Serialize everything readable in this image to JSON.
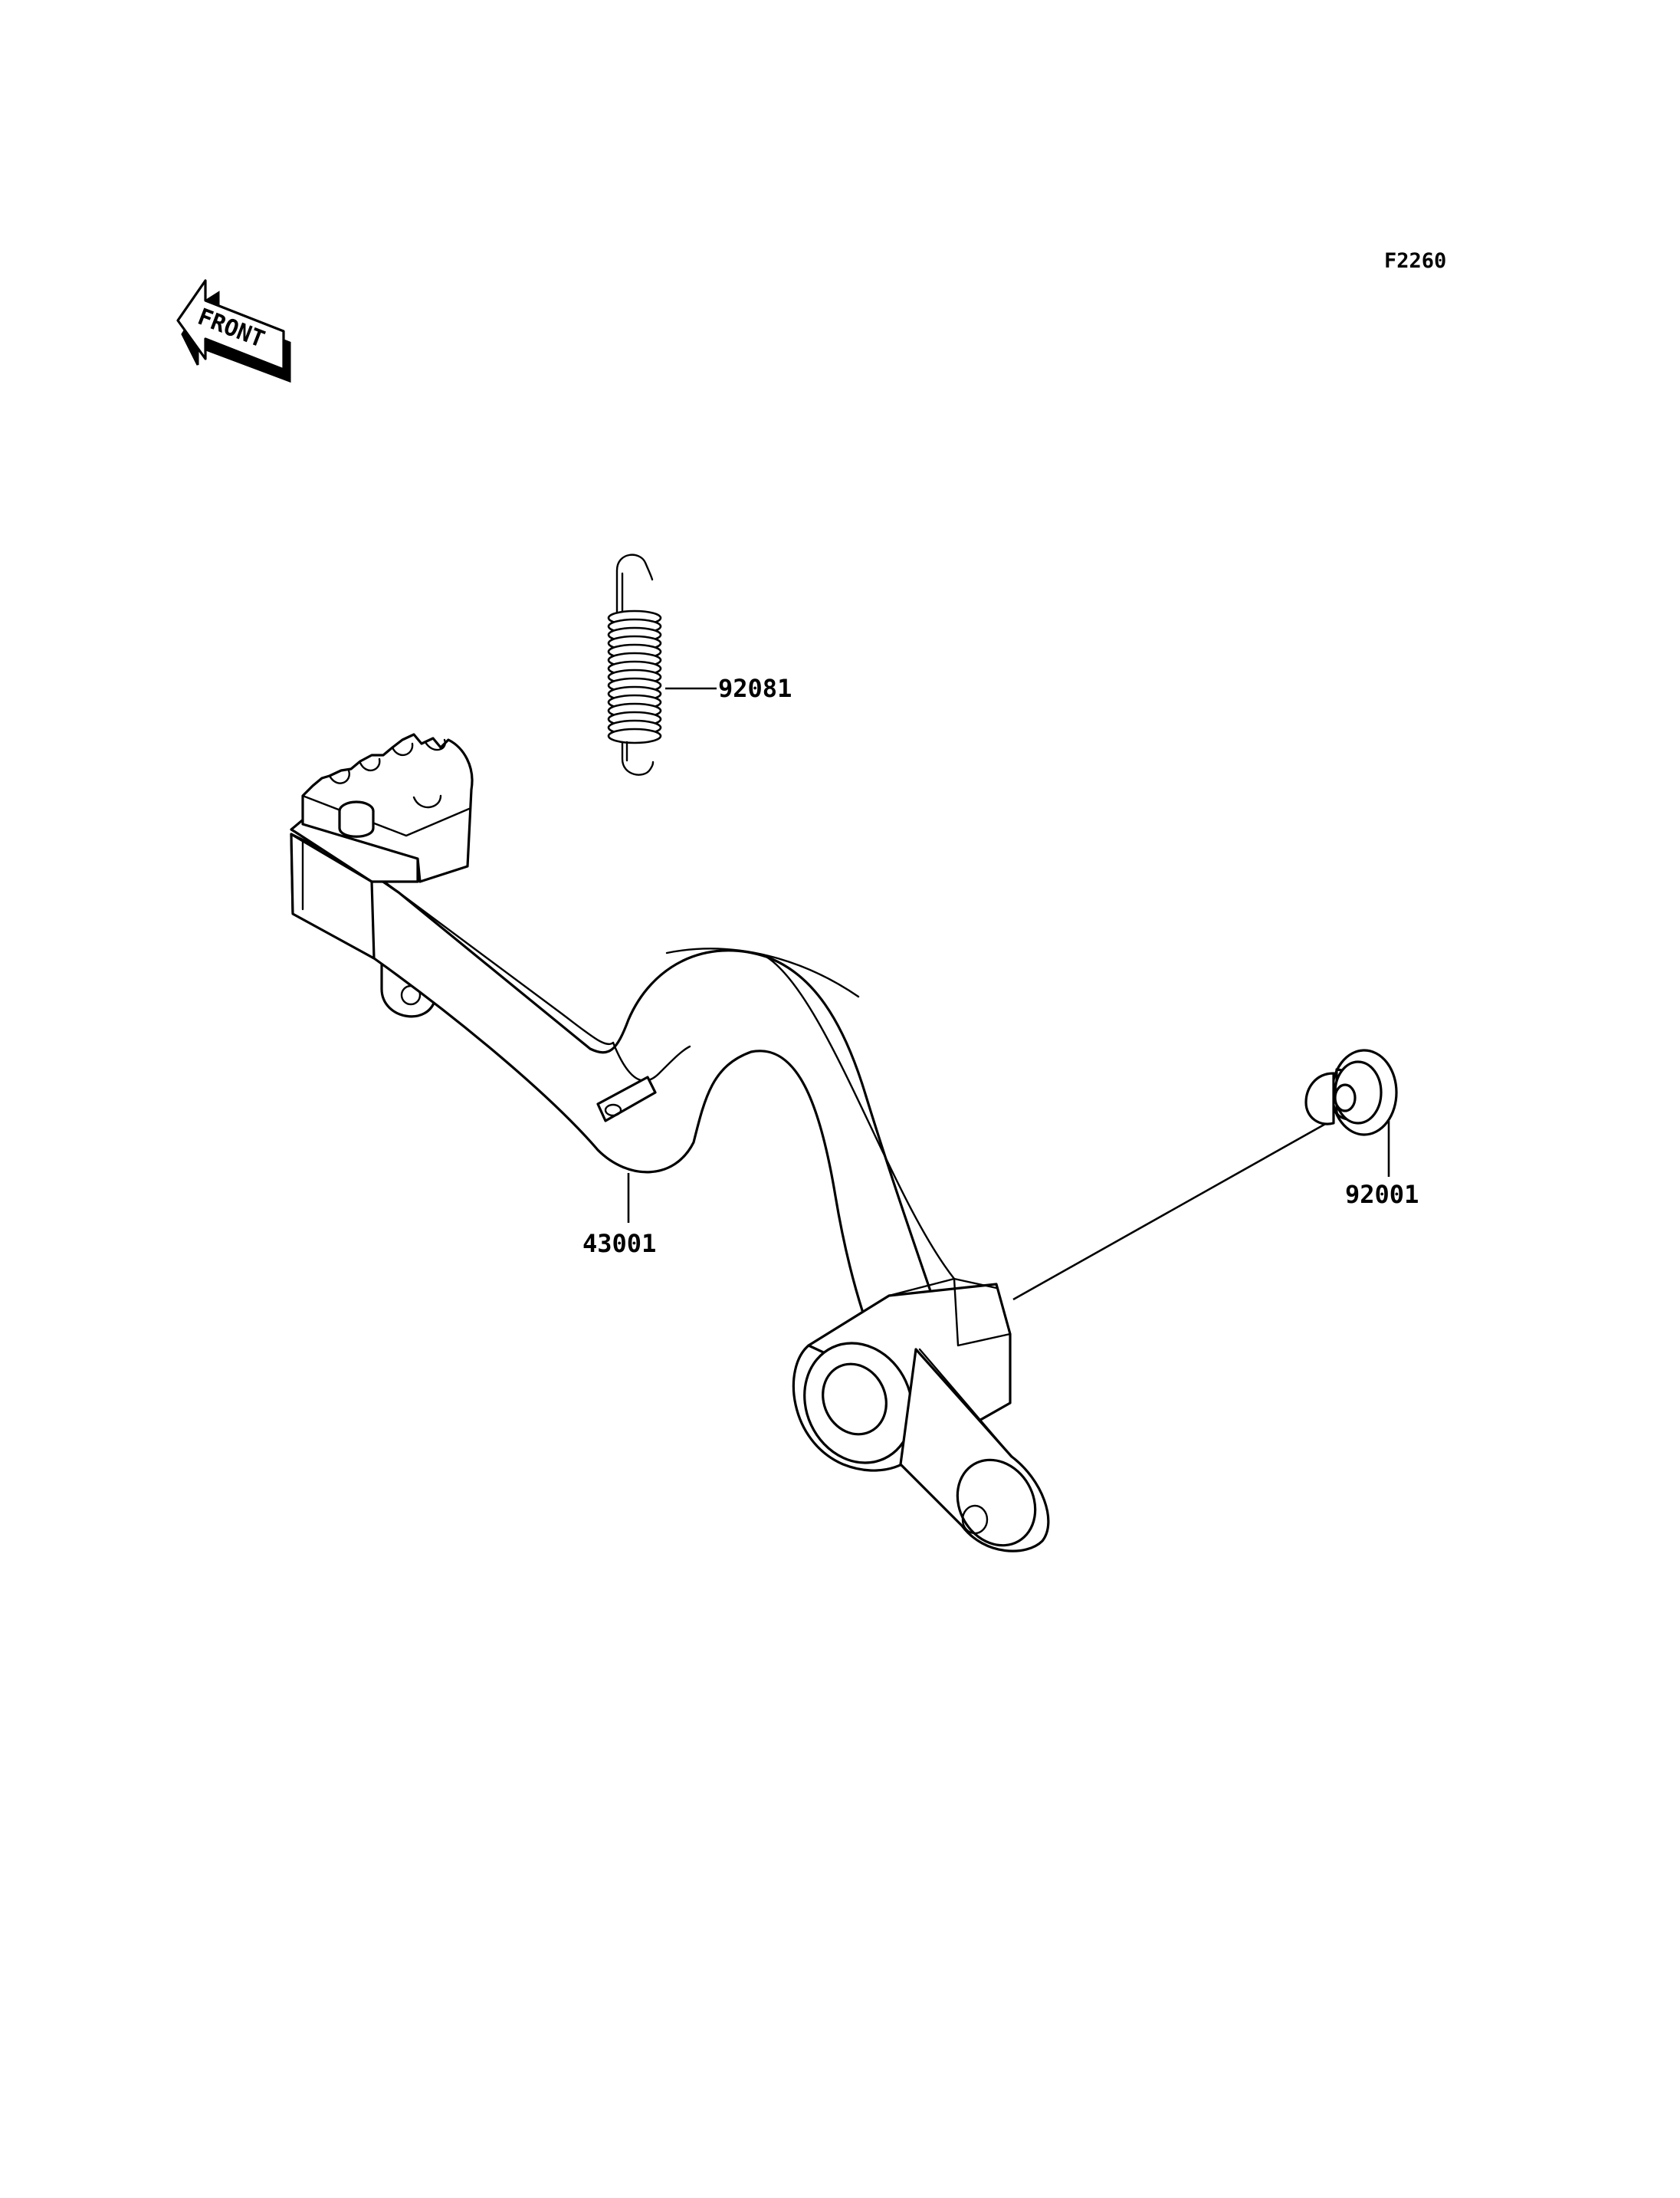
{
  "figure_code": "F2260",
  "front_label": "FRONT",
  "parts": [
    {
      "number": "92081",
      "part": "spring"
    },
    {
      "number": "43001",
      "part": "brake-pedal"
    },
    {
      "number": "92001",
      "part": "bolt"
    }
  ]
}
